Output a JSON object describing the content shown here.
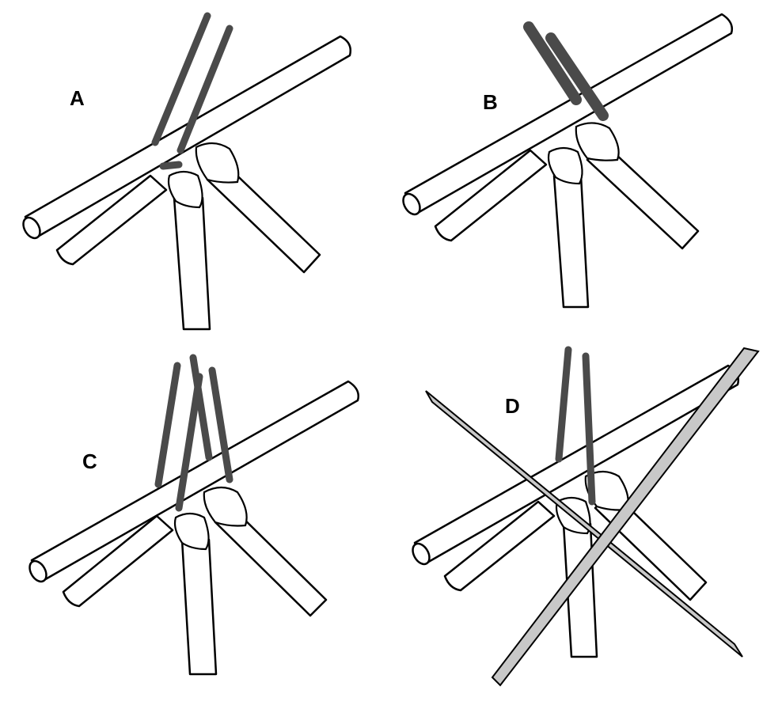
{
  "panels": [
    {
      "id": "A",
      "label": "A"
    },
    {
      "id": "B",
      "label": "B"
    },
    {
      "id": "C",
      "label": "C"
    },
    {
      "id": "D",
      "label": "D"
    }
  ],
  "colors": {
    "background": "#ffffff",
    "outline": "#000000",
    "dark_element": "#4a4a4a",
    "gray_element": "#c8c8c8"
  }
}
